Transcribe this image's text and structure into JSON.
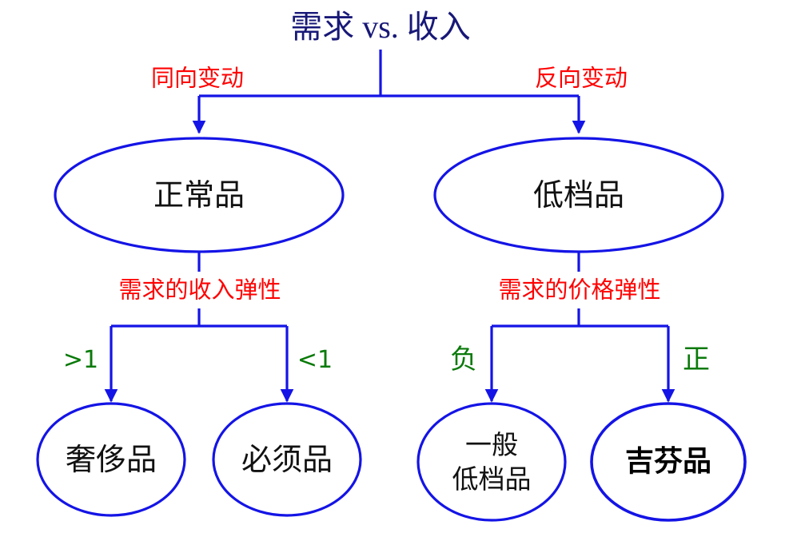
{
  "diagram": {
    "title": "需求 vs. 收入",
    "colors": {
      "title_text": "#181878",
      "node_outline": "#1414e6",
      "connector": "#1414e6",
      "branch_label_primary": "#ff0000",
      "branch_label_secondary": "#0a7a0a",
      "node_text": "#111111",
      "background": "#ffffff"
    },
    "edge_labels": {
      "left_level1": "同向变动",
      "right_level1": "反向变动",
      "left_level2": "需求的收入弹性",
      "right_level2": "需求的价格弹性",
      "left_leaf_a": ">1",
      "left_leaf_b": "<1",
      "right_leaf_a": "负",
      "right_leaf_b": "正"
    },
    "nodes": {
      "normal_goods": "正常品",
      "inferior_goods": "低档品",
      "luxury_goods": "奢侈品",
      "necessity_goods": "必须品",
      "ordinary_inferior_line1": "一般",
      "ordinary_inferior_line2": "低档品",
      "giffen_goods": "吉芬品"
    }
  }
}
